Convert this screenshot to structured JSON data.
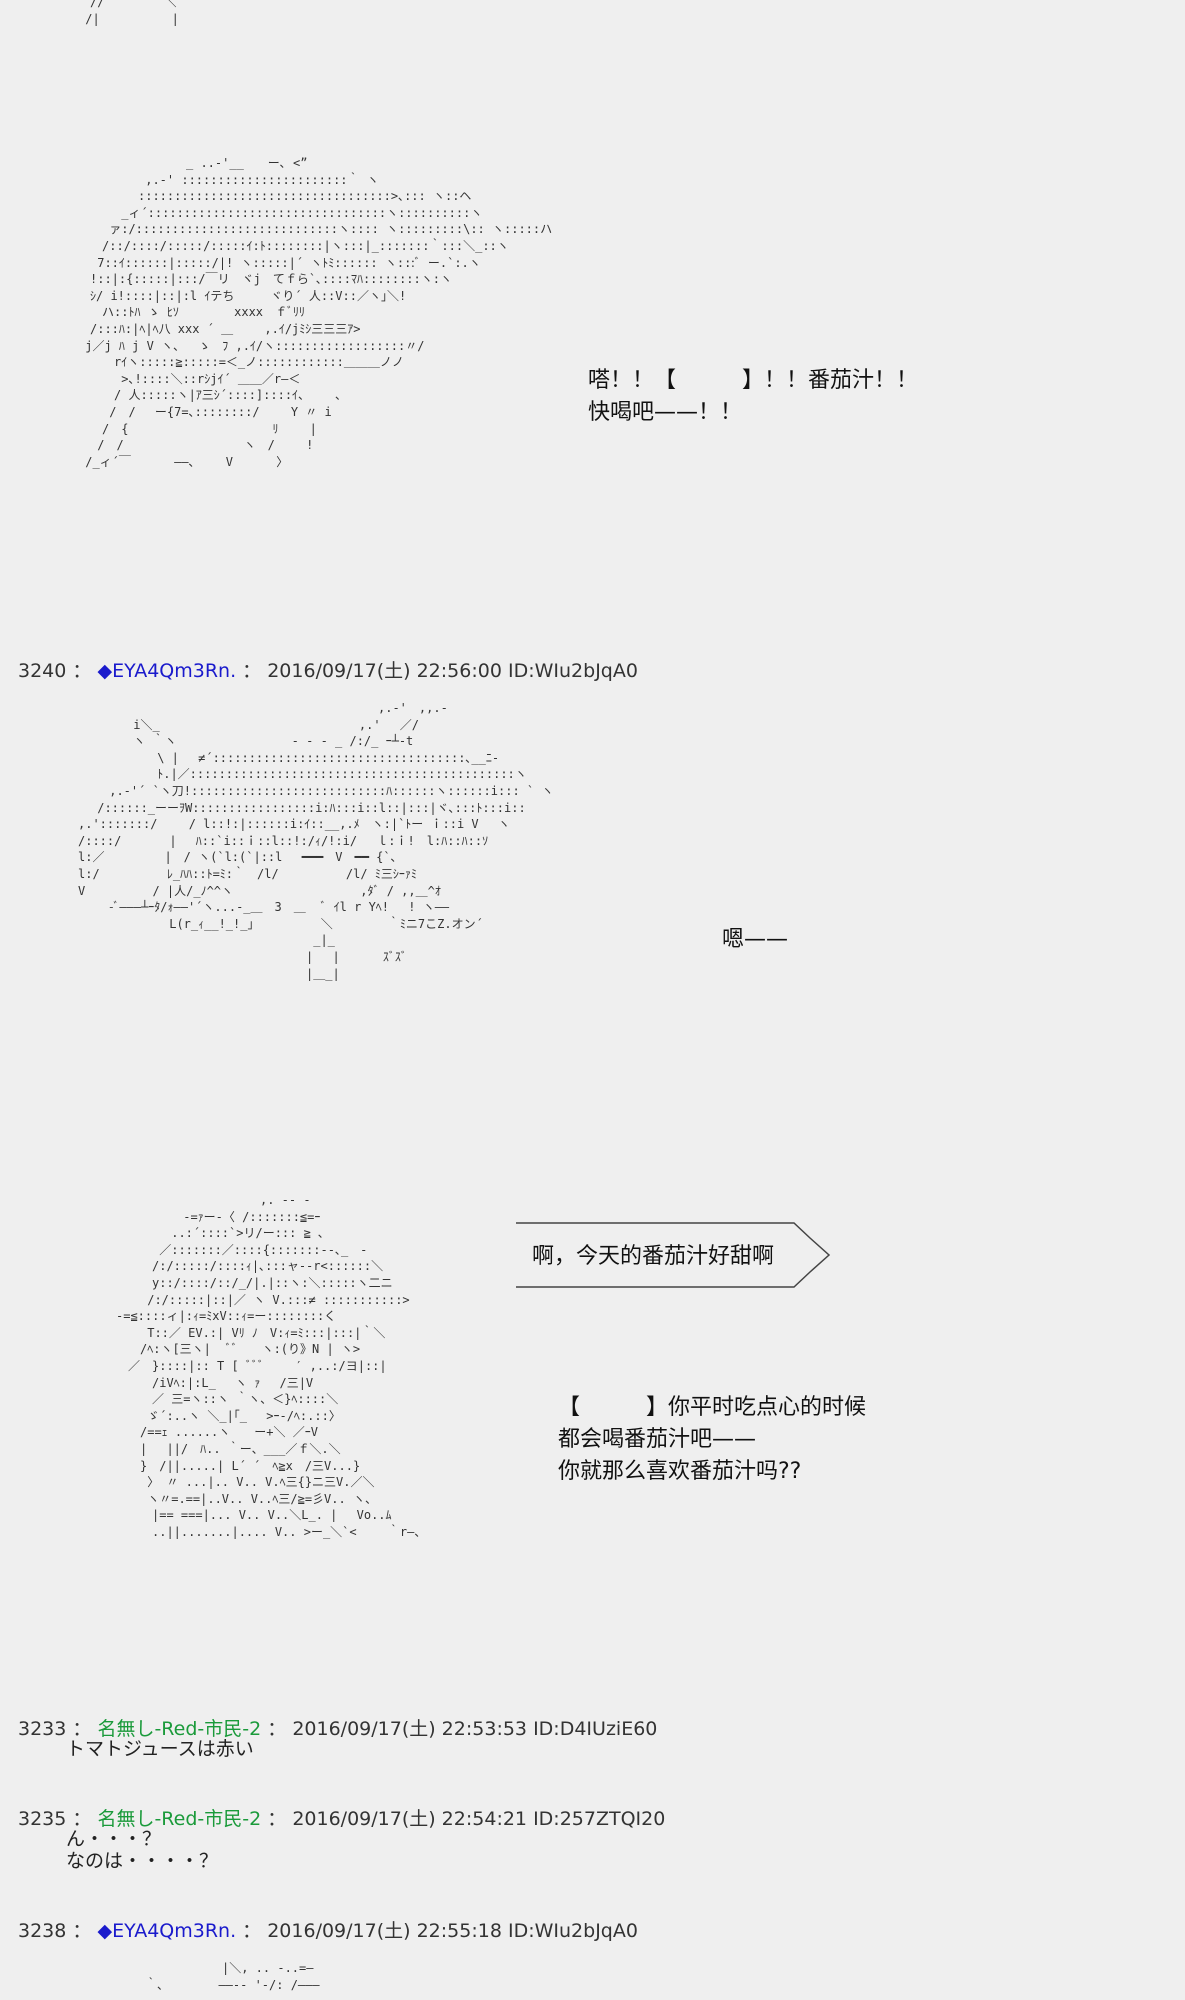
{
  "art": {
    "top_fragment": "　　//　　　　　＼\n　 /|　　　　　　|",
    "char1": "　　　　　　　　　　_ ..-'__　　ー､ <”\n　　　　　　 ,.-' :::::::::::::::::::::::｀ ヽ\n　　　　　　:::::::::::::::::::::::::::::::::::>､::: ヽ::ヘ\n　　　　 _ィ´:::::::::::::::::::::::::::::::::ヽ::::::::::ヽ\n　　　 ァ:/::::::::::::::::::::::::::::ヽ:::: ヽ:::::::::\\:: ヽ:::::ハ\n　　　/::/::::/:::::/:::::ｲ:ﾄ::::::::|ヽ:::|_:::::::｀:::＼_::ヽ\n　　 7::ｲ::::::|:::::/|! ヽ:::::|´ ヽﾄﾐ:::::: ヽ:::ﾞ ー.`:.ヽ\n　　!::|:{:::::|:::/￣リ　ヾj　てｆら`､::::ﾏﾊ::::::::ヽ:ヽ\n　　ｼ/ i!::::|::|:l ｲテち　　　ヾり´ 人::V::／ヽ｣＼!\n　　　ハ::ﾄﾊ ゝ ﾋｿ　　　　 xxxx　ｆﾞﾘﾘ\n　　/:::ﾊ:|ﾍ|ﾍ八 xxx ´ ＿　　 ,.ｲ/jﾐｼ三三三ｱ>\n　 j／j ﾊ j V ヽ、　 ゝ　ﾌ ,.ｲ/ヽ::::::::::::::::::〃/\n　　　　rｲヽ:::::≧:::::=＜_ノ::::::::::::＿＿＿ノノ\n　　　　 >､!::::＼::rｼjｲ´ ＿＿／r―＜\n　　　　/ 人:::::ヽ|ｱ三ｼ´::::]::::ｲ、　　 ､\n　　　 /　/　 ー{7=､::::::::/　　 Y 〃 i\n　　　/　{　　　　　　　　　　　　ﾘ　　 |\n　　 /　/　　　　　　　　　　ヽ　/　　 !\n　 /_ィ´￣　　　 ――､　　 V　　　 〉",
    "char2": "　　　　　　　　　　　　　　　　　　　　　　　　　　,.-'　,,.-\n　　　　　 i＼_　　　　　　　　　　　　　　　　 ,.'　 ／/\n　　　　　 ヽ ｀ヽ　　　　　　　　　 - - - _ /:/_ ｰ┴-t\n　　　　　　　 \\ |　 ≠´:::::::::::::::::::::::::::::::::::､__ﾆ-\n　　　　　　　 ﾄ.|／:::::::::::::::::::::::::::::::::::::::::::::ヽ\n　　　 ,.-'´ `ヽ刀!:::::::::::::::::::::::::::ﾊ::::::ヽ::::::i::: ` ヽ\n　　 /::::::_ーーｦW:::::::::::::::::i:ﾊ:::i::l::|:::|ヾ､:::ﾄ:::i::\n　,.':::::::/　　 / l::!:|::::::i:ｲ::__,.ﾒ　ヽ:|`ﾄー ｉ::i V　 ヽ\n　/::::/　　　　|　 ﾊ::`i::ｉ::l::!:/ｨ/!:i/　 ｌ:ｉ!　l:ﾊ::ﾊ::ｿ\n　l:／　　　　　|　/ ヽ(`l:(`|::l　 ━━━　V　━━ {`､\n　l:/　　　　　 ﾚ_ﾊﾊ::ﾄ=ﾐ:｀　/l/　　　　　 /l/ ﾐ三ｼｰｧﾐ\n　V　　　　　 / |人/_ﾉ^^ヽ　　　　　　　　　　 ,ﾀﾞ / ,,＿^ｵ\n　　　 -ﾞ―――┴ｰﾀ/ｫ――'´ヽ...-_＿　3　＿　 ﾞ ｲl r Yﾍ!　 ! ヽ――\n　　　　　　　　 L(r_ｨ__!_!_｣　　　　　 ＼　　　　 ｀ﾐニ7こZ.オン´\n　　　　　　　　　　　　　　　　　　　　 _|_\n　　　　　　　　　　　　　　　　　　　　|　 |　　　 ｽﾞｽﾞ\n　　　　　　　　　　　　　　　　　　　　|＿_|",
    "char3": "　　　　　　　　　　　　　,. -‐ ‐\n　　　　　　 -=ｧー-〈 /:::::::≦=ｰ\n　　　　　 ..:´::::`>リ/ー::: ≧ ､\n　　　　 ／:::::::／::::{:::::::-‐､_　-\n　　　　/:/:::::/::::ｨ|､:::ャ--r<::::::＼\n　　　　y::/::::/::/_/|.|::ヽ:＼:::::ヽ二ニ\n　　　 /:/:::::|::|／ ヽ V.:::≠ :::::::::::>\n　-=≦::::ィ|:ｨ=ﾐxV::ｨ=ー::::::::く\n　　　 T::／ EV.:| Vﾘ ﾉ　V:ｨ=ﾐ:::|:::|｀＼\n　　　/ﾍ:ヽ[三ヽ|　 ﾞﾞ　　ヽ:(り》N | ヽ>\n　　／　}::::|:: T [ ﾞﾞﾞ　　 ′ ,..:/ヨ|::|\n　　　　/iVﾍ:|:L_　 ヽ ｧ　 /三|V\n　　　　／ 三=ヽ::ヽ ｀ヽ、＜}ﾍ::::＼\n　　　 ゞ´:..ヽ ＼_|｢_　 >ｰ‐/ﾍ:.::〉\n　　　/==ｪ ......ヽ　　ー+＼ ／ｰV\n　　　|　 ||/　ﾊ.. ｀ー、___／ｆ＼.＼\n　　　}　/||.....| L´ ´　ﾍ≧x　/三V...}\n　　　 〉 〃 ...|.. V.. V.ﾍ三{}ニ三V.／＼\n　　　 ヽ〃=.==|..V.. V..ﾍ三/≧=彡V.. ヽ、\n　　　　|== ===|... V.. V..＼L_. |　 Vo..ﾑ\n　　　　..||.......|.... V.. >ー_＼`<　　 ｀r―、",
    "char4": "　　　　　　　　　　　　　|＼, .. -..=―\n　　　　　　 ｀､　　　　 ――‐- '-/: /―――"
  },
  "speech": {
    "s1": [
      "嗒！！【　　　】！！番茄汁！！",
      "快喝吧——！！"
    ],
    "s2": [
      "嗯——"
    ],
    "bubble": "啊，今天的番茄汁好甜啊",
    "s3": [
      "【　　　】你平时吃点心的时候",
      "都会喝番茄汁吧——",
      "你就那么喜欢番茄汁吗??"
    ]
  },
  "posts": [
    {
      "number": "3240",
      "name": "◆EYA4Qm3Rn.",
      "datetime": "2016/09/17(土) 22:56:00",
      "id": "ID:WIu2bJqA0",
      "body": []
    },
    {
      "number": "3233",
      "name": "名無し-Red-市民-2",
      "datetime": "2016/09/17(土) 22:53:53",
      "id": "ID:D4IUziE60",
      "body": [
        "トマトジュースは赤い"
      ]
    },
    {
      "number": "3235",
      "name": "名無し-Red-市民-2",
      "datetime": "2016/09/17(土) 22:54:21",
      "id": "ID:257ZTQI20",
      "body": [
        "ん・・・？",
        "なのは・・・・？"
      ]
    },
    {
      "number": "3238",
      "name": "◆EYA4Qm3Rn.",
      "datetime": "2016/09/17(土) 22:55:18",
      "id": "ID:WIu2bJqA0",
      "body": []
    }
  ],
  "colors": {
    "background": "#efefef",
    "tripcode": "#1a1acc",
    "anon_name": "#1a9a3a"
  }
}
